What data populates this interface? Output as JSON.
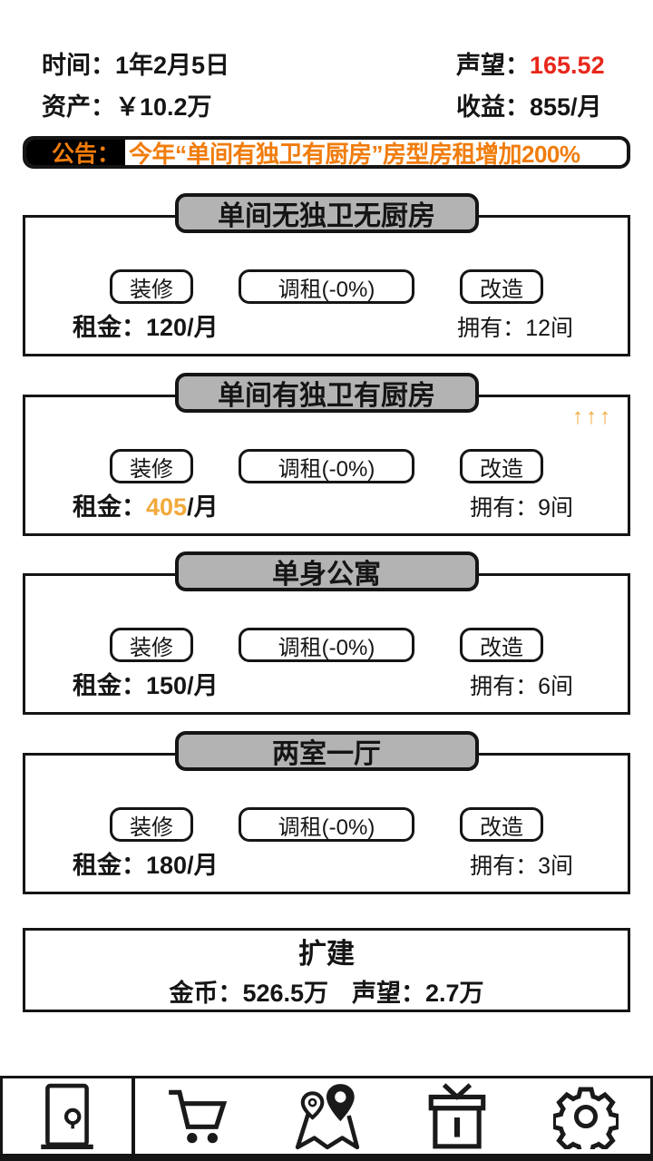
{
  "colors": {
    "accent_orange": "#f07c0c",
    "alert_red": "#e8271b",
    "highlight_yellow": "#f2a93b",
    "title_gray": "#b3b3b3",
    "ink": "#151515"
  },
  "header": {
    "time_label": "时间：",
    "time_value": "1年2月5日",
    "reputation_label": "声望：",
    "reputation_value": "165.52",
    "assets_label": "资产：",
    "assets_value": "￥10.2万",
    "income_label": "收益：",
    "income_value": "855/月"
  },
  "announcement": {
    "label": "公告：",
    "text": "今年“单间有独卫有厨房”房型房租增加200%"
  },
  "rooms": [
    {
      "name": "单间无独卫无厨房",
      "trend": "",
      "buttons": {
        "renovate": "装修",
        "adjust_rent": "调租(-0%)",
        "remodel": "改造"
      },
      "rent_label": "租金：",
      "rent_value": "120",
      "rent_suffix": "/月",
      "own_label": "拥有：",
      "own_value": "12间"
    },
    {
      "name": "单间有独卫有厨房",
      "trend": "↑↑↑",
      "buttons": {
        "renovate": "装修",
        "adjust_rent": "调租(-0%)",
        "remodel": "改造"
      },
      "rent_label": "租金：",
      "rent_value": "405",
      "rent_suffix": "/月",
      "own_label": "拥有：",
      "own_value": "9间"
    },
    {
      "name": "单身公寓",
      "trend": "",
      "buttons": {
        "renovate": "装修",
        "adjust_rent": "调租(-0%)",
        "remodel": "改造"
      },
      "rent_label": "租金：",
      "rent_value": "150",
      "rent_suffix": "/月",
      "own_label": "拥有：",
      "own_value": "6间"
    },
    {
      "name": "两室一厅",
      "trend": "",
      "buttons": {
        "renovate": "装修",
        "adjust_rent": "调租(-0%)",
        "remodel": "改造"
      },
      "rent_label": "租金：",
      "rent_value": "180",
      "rent_suffix": "/月",
      "own_label": "拥有：",
      "own_value": "3间"
    }
  ],
  "expand": {
    "title": "扩建",
    "gold_label": "金币：",
    "gold_value": "526.5万",
    "reputation_label": "声望：",
    "reputation_value": "2.7万"
  },
  "nav": {
    "items": [
      {
        "name": "rooms",
        "icon": "door-icon"
      },
      {
        "name": "shop",
        "icon": "cart-icon"
      },
      {
        "name": "map",
        "icon": "map-pin-icon"
      },
      {
        "name": "rewards",
        "icon": "gift-icon"
      },
      {
        "name": "settings",
        "icon": "gear-icon"
      }
    ]
  }
}
